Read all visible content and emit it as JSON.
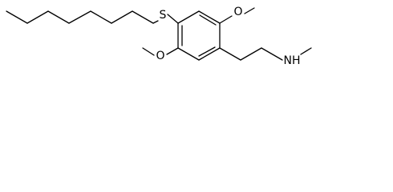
{
  "labels": {
    "thioether": "S",
    "methoxy_top": "O",
    "methoxy_bottom": "O",
    "amine": "NH"
  },
  "colors": {
    "background": "#ffffff",
    "bond": "#000000",
    "text": "#000000"
  }
}
